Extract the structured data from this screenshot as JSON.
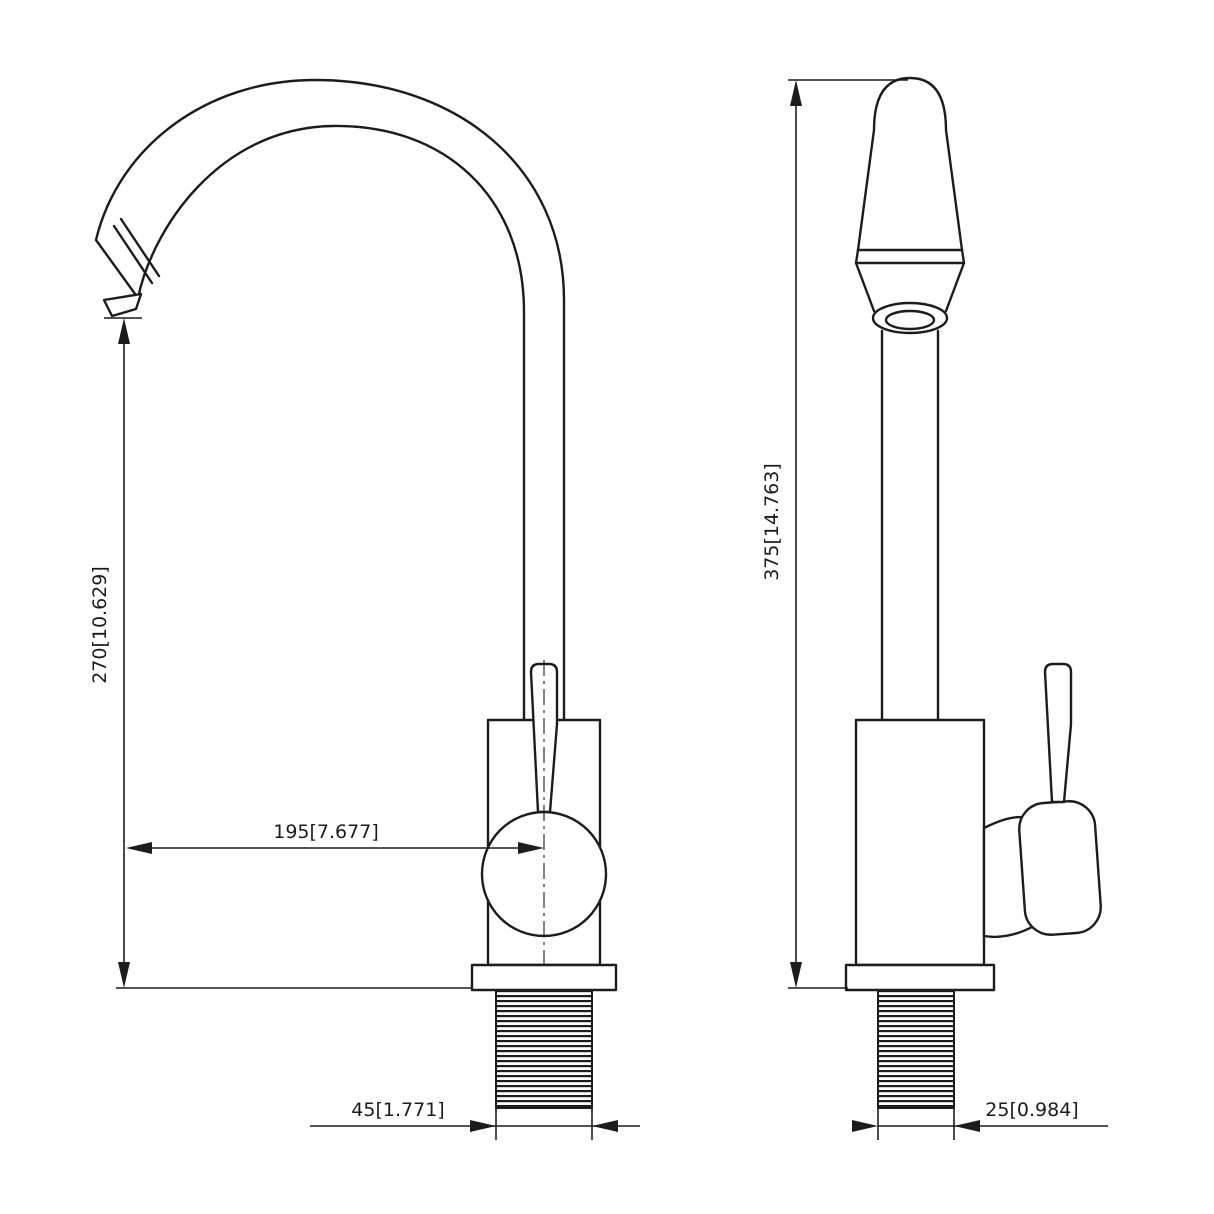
{
  "drawing": {
    "background_color": "#ffffff",
    "line_color": "#1c1c1c",
    "views": {
      "side": {
        "name": "side-view"
      },
      "front": {
        "name": "front-view"
      }
    },
    "dimensions": {
      "spout_height": {
        "label": "270[10.629]"
      },
      "spout_reach": {
        "label": "195[7.677]"
      },
      "base_width_side": {
        "label": "45[1.771]"
      },
      "overall_height": {
        "label": "375[14.763]"
      },
      "base_width_front": {
        "label": "25[0.984]"
      }
    }
  }
}
